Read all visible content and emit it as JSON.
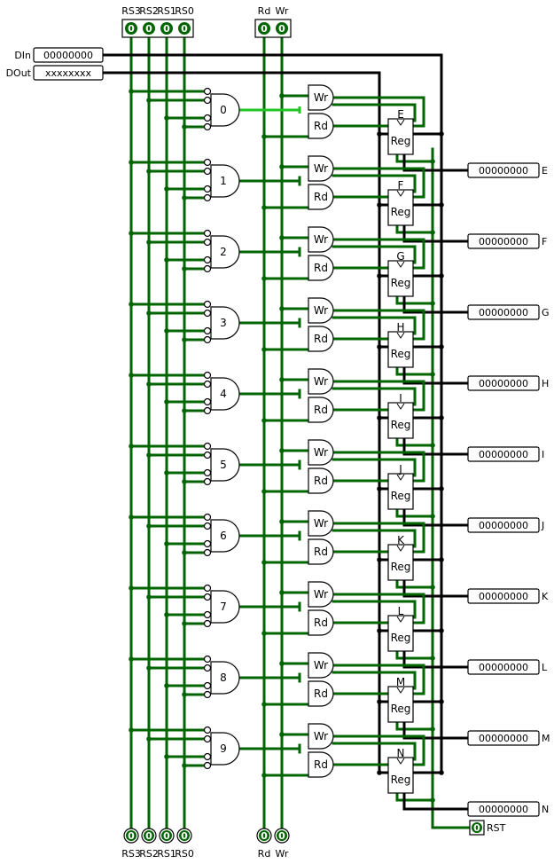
{
  "top_inputs": {
    "select_labels": [
      "RS3",
      "RS2",
      "RS1",
      "RS0"
    ],
    "select_values": [
      "0",
      "0",
      "0",
      "0"
    ],
    "control_labels": [
      "Rd",
      "Wr"
    ],
    "control_values": [
      "0",
      "0"
    ]
  },
  "bus": {
    "din_label": "DIn",
    "din_value": "00000000",
    "dout_label": "DOut",
    "dout_value": "xxxxxxxx"
  },
  "decoder_gates": [
    "0",
    "1",
    "2",
    "3",
    "4",
    "5",
    "6",
    "7",
    "8",
    "9"
  ],
  "gate_labels": {
    "write": "Wr",
    "read": "Rd"
  },
  "registers": [
    {
      "name": "E",
      "label": "Reg",
      "output": "00000000",
      "out_label": "E"
    },
    {
      "name": "F",
      "label": "Reg",
      "output": "00000000",
      "out_label": "F"
    },
    {
      "name": "G",
      "label": "Reg",
      "output": "00000000",
      "out_label": "G"
    },
    {
      "name": "H",
      "label": "Reg",
      "output": "00000000",
      "out_label": "H"
    },
    {
      "name": "I",
      "label": "Reg",
      "output": "00000000",
      "out_label": "I"
    },
    {
      "name": "J",
      "label": "Reg",
      "output": "00000000",
      "out_label": "J"
    },
    {
      "name": "K",
      "label": "Reg",
      "output": "00000000",
      "out_label": "K"
    },
    {
      "name": "L",
      "label": "Reg",
      "output": "00000000",
      "out_label": "L"
    },
    {
      "name": "M",
      "label": "Reg",
      "output": "00000000",
      "out_label": "M"
    },
    {
      "name": "N",
      "label": "Reg",
      "output": "00000000",
      "out_label": "N"
    }
  ],
  "reset": {
    "label": "RST",
    "value": "0"
  },
  "bottom_inputs": {
    "select_labels": [
      "RS3",
      "RS2",
      "RS1",
      "RS0"
    ],
    "select_values": [
      "0",
      "0",
      "0",
      "0"
    ],
    "control_labels": [
      "Rd",
      "Wr"
    ],
    "control_values": [
      "0",
      "0"
    ]
  },
  "colors": {
    "wire_low": "#006400",
    "wire_active": "#22c422",
    "bus": "#000000"
  }
}
